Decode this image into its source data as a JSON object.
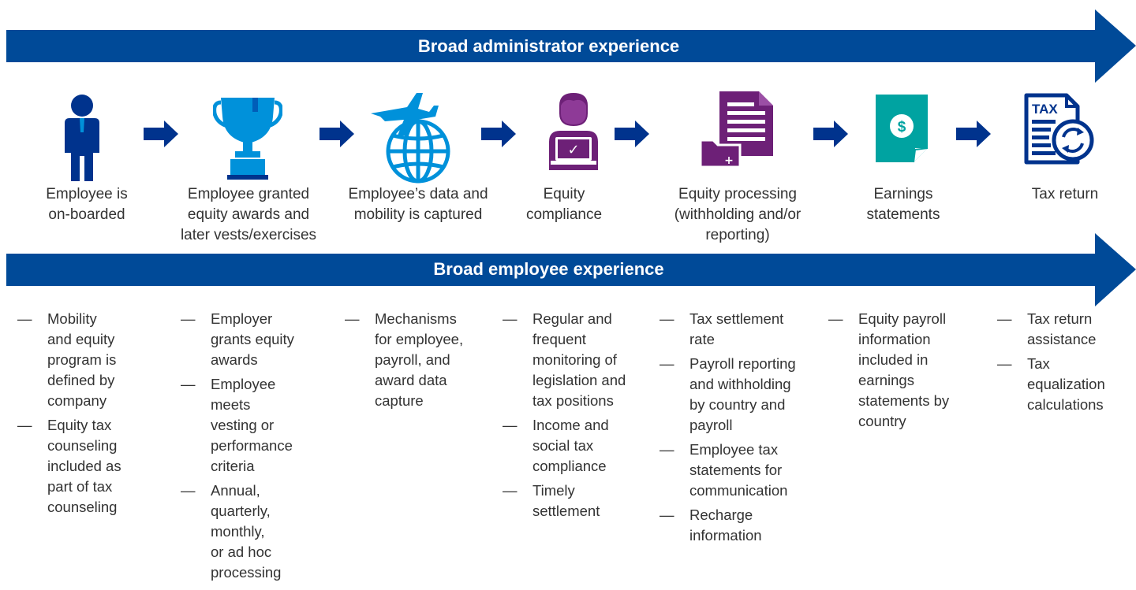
{
  "banners": {
    "top": "Broad administrator experience",
    "bottom": "Broad employee experience"
  },
  "colors": {
    "banner_blue": "#004A98",
    "arrow_navy": "#00338D",
    "icon_blue": "#0091DA",
    "icon_purple": "#6D2077",
    "icon_teal": "#00A3A1",
    "icon_dark": "#00338D"
  },
  "steps": [
    {
      "icon": "employee-person-icon",
      "label": [
        "Employee is",
        "on-boarded"
      ]
    },
    {
      "icon": "trophy-icon",
      "label": [
        "Employee granted",
        "equity awards and",
        "later vests/exercises"
      ]
    },
    {
      "icon": "globe-airplane-icon",
      "label": [
        "Employee’s data and",
        "mobility is captured"
      ]
    },
    {
      "icon": "person-laptop-icon",
      "label": [
        "Equity",
        "compliance"
      ]
    },
    {
      "icon": "documents-folder-icon",
      "label": [
        "Equity processing",
        "(withholding and/or",
        "reporting)"
      ]
    },
    {
      "icon": "earnings-statement-icon",
      "label": [
        "Earnings",
        "statements"
      ]
    },
    {
      "icon": "tax-return-icon",
      "label": [
        "Tax return"
      ]
    }
  ],
  "dash": "—",
  "details": [
    [
      [
        "Mobility",
        "and equity",
        "program is",
        "defined by",
        "company"
      ],
      [
        "Equity tax",
        "counseling",
        "included as",
        "part of tax",
        "counseling"
      ]
    ],
    [
      [
        "Employer",
        "grants equity",
        "awards"
      ],
      [
        "Employee",
        "meets",
        "vesting or",
        "performance",
        "criteria"
      ],
      [
        "Annual,",
        "quarterly,",
        "monthly,",
        "or ad hoc",
        "processing"
      ]
    ],
    [
      [
        "Mechanisms",
        "for employee,",
        "payroll, and",
        "award data",
        "capture"
      ]
    ],
    [
      [
        "Regular and",
        "frequent",
        "monitoring of",
        "legislation and",
        "tax positions"
      ],
      [
        "Income and",
        "social tax",
        "compliance"
      ],
      [
        "Timely",
        "settlement"
      ]
    ],
    [
      [
        "Tax settlement",
        "rate"
      ],
      [
        "Payroll reporting",
        "and withholding",
        "by country and",
        "payroll"
      ],
      [
        "Employee tax",
        "statements for",
        "communication"
      ],
      [
        "Recharge",
        "information"
      ]
    ],
    [
      [
        "Equity payroll",
        "information",
        "included in",
        "earnings",
        "statements by",
        "country"
      ]
    ],
    [
      [
        "Tax return",
        "assistance"
      ],
      [
        "Tax",
        "equalization",
        "calculations"
      ]
    ]
  ],
  "icon_texts": {
    "tax": "TAX",
    "dollar": "$",
    "check": "✓",
    "plus": "+"
  }
}
